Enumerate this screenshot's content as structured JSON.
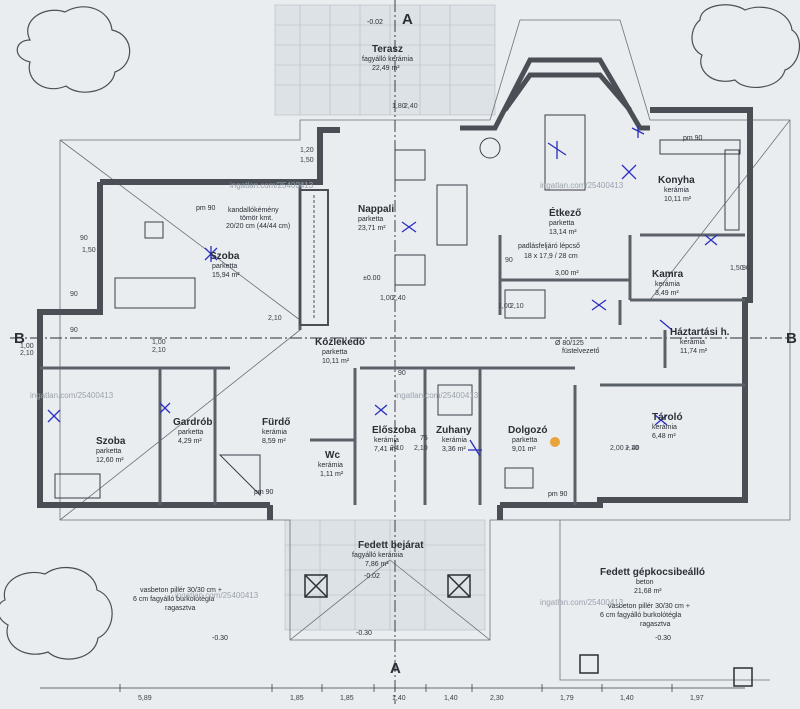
{
  "colors": {
    "paper": "#e9edf0",
    "wall": "#4a4f56",
    "line": "#5b6168",
    "ink": "#2a2f36",
    "marker": "#2b2fbf",
    "highlight": "#e8a33a"
  },
  "rooms": [
    {
      "id": "terasz",
      "name": "Terasz",
      "floor": "fagyálló kerámia",
      "area": "22,49 m²"
    },
    {
      "id": "szoba1",
      "name": "Szoba",
      "floor": "parketta",
      "area": "15,94 m²"
    },
    {
      "id": "nappali",
      "name": "Nappali",
      "floor": "parketta",
      "area": "23,71 m²"
    },
    {
      "id": "etkezo",
      "name": "Étkező",
      "floor": "parketta",
      "area": "13,14 m²"
    },
    {
      "id": "konyha",
      "name": "Konyha",
      "floor": "kerámia",
      "area": "10,11 m²"
    },
    {
      "id": "kamra",
      "name": "Kamra",
      "floor": "kerámia",
      "area": "3,49 m²"
    },
    {
      "id": "lepcso",
      "name": "",
      "floor": "",
      "area": "3,00 m²"
    },
    {
      "id": "haztartasi",
      "name": "Háztartási h.",
      "floor": "kerámia",
      "area": "11,74 m²"
    },
    {
      "id": "kozlekedo",
      "name": "Közlekedő",
      "floor": "parketta",
      "area": "10,11 m²"
    },
    {
      "id": "szoba2",
      "name": "Szoba",
      "floor": "parketta",
      "area": "12,60 m²"
    },
    {
      "id": "gardrob",
      "name": "Gardrób",
      "floor": "parketta",
      "area": "4,29 m²"
    },
    {
      "id": "furdo",
      "name": "Fürdő",
      "floor": "kerámia",
      "area": "8,59 m²"
    },
    {
      "id": "wc",
      "name": "Wc",
      "floor": "kerámia",
      "area": "1,11 m²"
    },
    {
      "id": "eloszoba",
      "name": "Előszoba",
      "floor": "kerámia",
      "area": "7,41 m²"
    },
    {
      "id": "zuhany",
      "name": "Zuhany",
      "floor": "kerámia",
      "area": "3,36 m²"
    },
    {
      "id": "dolgozo",
      "name": "Dolgozó",
      "floor": "parketta",
      "area": "9,01 m²"
    },
    {
      "id": "tarolo",
      "name": "Tároló",
      "floor": "kerámia",
      "area": "6,48 m²"
    },
    {
      "id": "bejarat",
      "name": "Fedett bejárat",
      "floor": "fagyálló kerámia",
      "area": "7,86 m²"
    },
    {
      "id": "gepkocsi",
      "name": "Fedett gépkocsibeálló",
      "floor": "beton",
      "area": "21,68 m²"
    }
  ],
  "annotations": {
    "kandallo": [
      "kandallókémény",
      "tömör kmt.",
      "20/20 cm (44/44 cm)"
    ],
    "padlas": [
      "padlásfeljáró lépcső",
      "18 x 17,9 / 28 cm"
    ],
    "fustelvezeto": [
      "Ø 80/125",
      "füstelvezető"
    ],
    "pillar_left": [
      "vasbeton pillér 30/30 cm +",
      "6 cm fagyálló burkolótégla",
      "ragasztva"
    ],
    "pillar_right": [
      "vasbeton pillér 30/30 cm +",
      "6 cm fagyálló burkolótégla",
      "ragasztva"
    ],
    "beton": "beton",
    "pm90": "pm 90",
    "level_zero": "±0.00",
    "level_minus002": "-0.02",
    "level_minus030": "-0.30"
  },
  "section_marks": {
    "a": "A",
    "b": "B"
  },
  "watermark": "ingatlan.com/25400413",
  "dimensions": {
    "bottom": [
      "5,89",
      "1,85",
      "1,85",
      "1,40",
      "1,40",
      "2,30",
      "1,79",
      "1,40",
      "1,97"
    ],
    "misc": [
      "1,20",
      "1,50",
      "90",
      "1,50",
      "90",
      "1,00",
      "2,10",
      "1,00",
      "2,10",
      "90",
      "2,10",
      "90",
      "2,10",
      "75",
      "2,10",
      "1,00",
      "2,40",
      "1,80",
      "2,40",
      "1,00",
      "2,10",
      "90",
      "1,50",
      "90",
      "2,10",
      "2,00 + 40",
      "2,10",
      "1,20",
      "1,50",
      "90",
      "1,50",
      "90",
      "2,10",
      "1,10",
      "2,10",
      "1,20",
      "2,40"
    ]
  }
}
